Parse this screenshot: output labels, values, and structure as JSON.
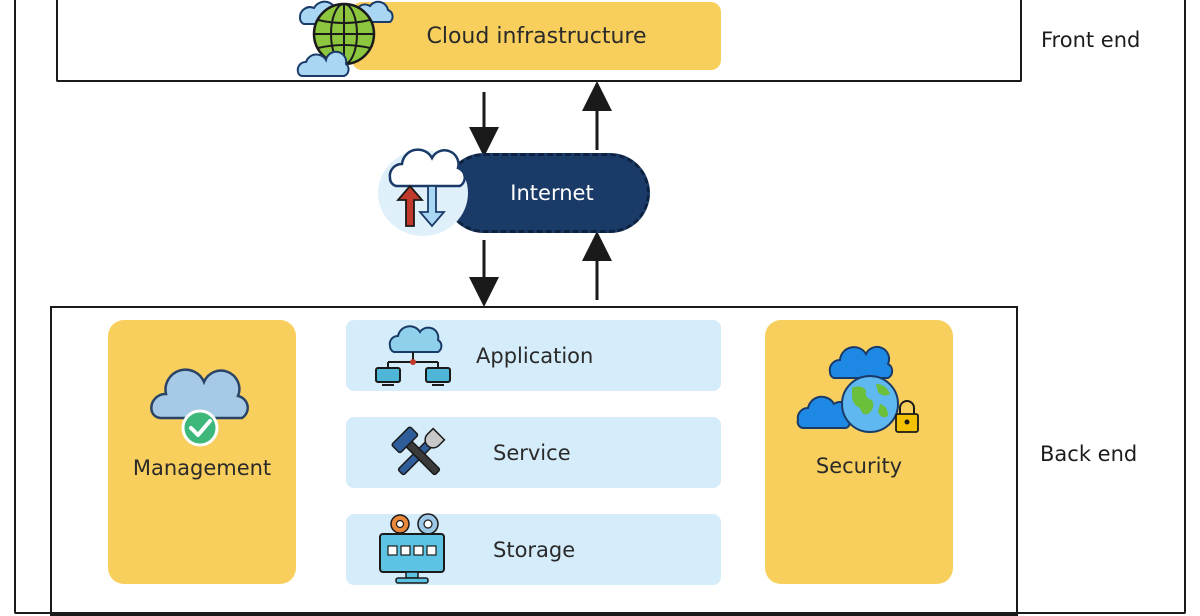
{
  "front_end": {
    "label": "Front end",
    "box_label": "Cloud infrastructure",
    "icons": [
      "globe-icon",
      "cloud-icon"
    ]
  },
  "internet": {
    "label": "Internet",
    "icons": [
      "cloud-upload-download-icon"
    ]
  },
  "back_end": {
    "label": "Back end",
    "management": {
      "label": "Management",
      "icon": "cloud-check-icon"
    },
    "security": {
      "label": "Security",
      "icon": "cloud-globe-lock-icon"
    },
    "stack": [
      {
        "label": "Application",
        "icon": "cloud-network-icon"
      },
      {
        "label": "Service",
        "icon": "wrench-hammer-icon"
      },
      {
        "label": "Storage",
        "icon": "monitor-gears-icon"
      }
    ]
  },
  "arrows": [
    "down",
    "up",
    "down",
    "up"
  ],
  "colors": {
    "yellow": "#f8cf5c",
    "light_blue": "#d5ecfa",
    "navy": "#1a3b68",
    "green": "#3db87a",
    "red": "#c0392b"
  }
}
